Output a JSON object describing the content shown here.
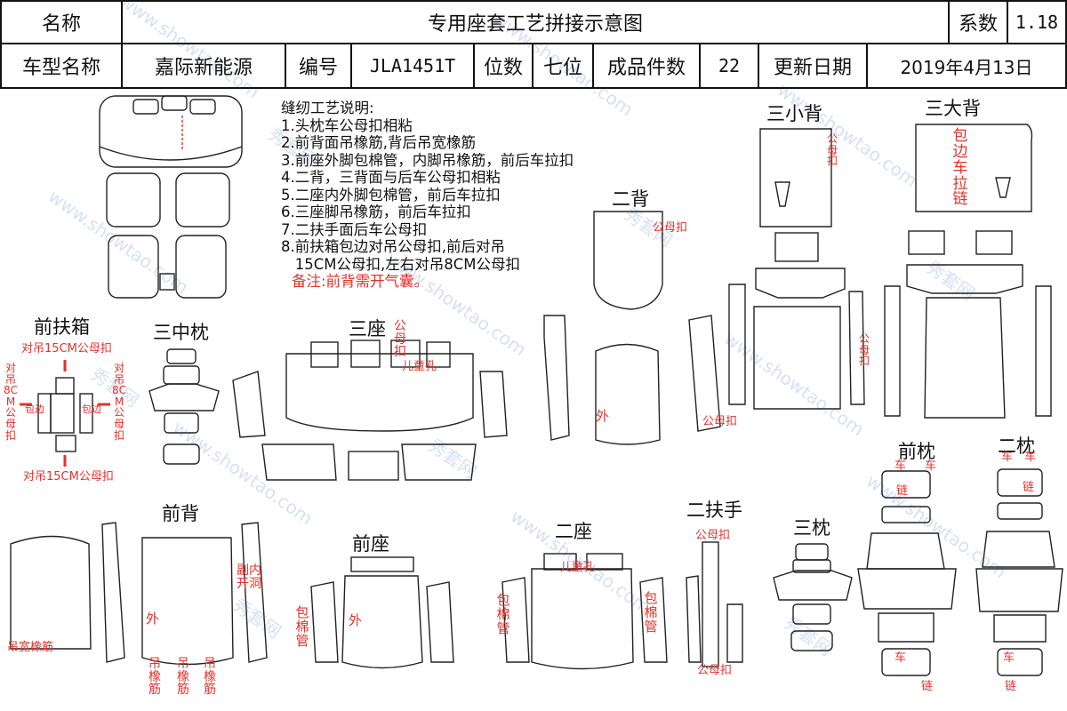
{
  "header": {
    "row1": {
      "name_label": "名称",
      "title": "专用座套工艺拼接示意图",
      "coef_label": "系数",
      "coef_value": "1.18"
    },
    "row2": {
      "model_label": "车型名称",
      "model_value": "嘉际新能源",
      "code_label": "编号",
      "code_value": "JLA1451T",
      "seats_label": "位数",
      "seats_value": "七位",
      "pieces_label": "成品件数",
      "pieces_value": "22",
      "date_label": "更新日期",
      "date_value": "2019年4月13日"
    }
  },
  "instructions": {
    "title": "缝纫工艺说明:",
    "items": [
      "1.头枕车公母扣相粘",
      "2.前背面吊橡筋,背后吊宽橡筋",
      "3.前座外脚包棉管，内脚吊橡筋，前后车拉扣",
      "4.二背，三背面与后车公母扣相粘",
      "5.二座内外脚包棉管，前后车拉扣",
      "6.三座脚吊橡筋，前后车拉扣",
      "7.二扶手面后车公母扣",
      "8.前扶箱包边对吊公母扣,前后对吊",
      "   15CM公母扣,左右对吊8CM公母扣"
    ],
    "note": "备注:前背需开气囊。"
  },
  "sections": {
    "front_box": "前扶箱",
    "third_mid_pillow": "三中枕",
    "third_seat": "三座",
    "second_back": "二背",
    "third_small_back": "三小背",
    "third_big_back": "三大背",
    "front_pillow": "前枕",
    "second_pillow": "二枕",
    "front_back": "前背",
    "front_seat": "前座",
    "second_seat": "二座",
    "second_armrest": "二扶手",
    "third_pillow": "三枕"
  },
  "annotations": {
    "pair15_top": "对吊15CM公母扣",
    "pair15_bottom": "对吊15CM公母扣",
    "pair8_left": "对吊8CM公母扣",
    "pair8_right": "对吊8CM公母扣",
    "wrap_edge": "包边",
    "snap": "公母扣",
    "child_hole": "儿童孔",
    "outer": "外",
    "wide_elastic": "吊宽橡筋",
    "hang_elastic": "吊橡筋",
    "cotton_tube": "包棉管",
    "zipper": "包边车拉链",
    "car": "车",
    "chain": "链",
    "inner_hole": "副内开洞"
  },
  "colors": {
    "accent_red": "#e0332c",
    "line": "#222222",
    "watermark": "#b8c7ec"
  },
  "watermark": {
    "text1": "www.showtao.com",
    "text2": "秀套网"
  }
}
